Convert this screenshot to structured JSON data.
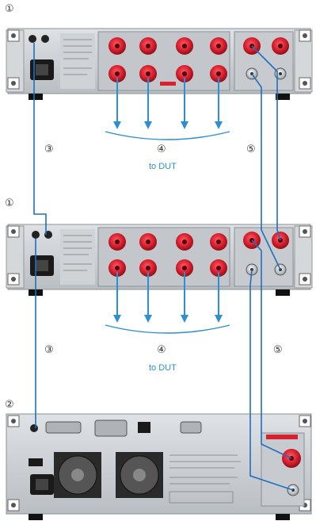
{
  "labels": {
    "top_unit_marker": "①",
    "middle_unit_marker": "①",
    "bottom_unit_marker": "②",
    "cable_3_top": "③",
    "cable_3_bottom": "③",
    "outputs_4_top": "④",
    "outputs_4_bottom": "④",
    "cable_5_top": "⑤",
    "cable_5_bottom": "⑤",
    "to_dut_top": "to DUT",
    "to_dut_bottom": "to DUT"
  },
  "colors": {
    "arrow": "#2a8fd4",
    "cable": "#1f6fc0",
    "panel": "#c9cdd1",
    "terminal": "#d8202e"
  }
}
